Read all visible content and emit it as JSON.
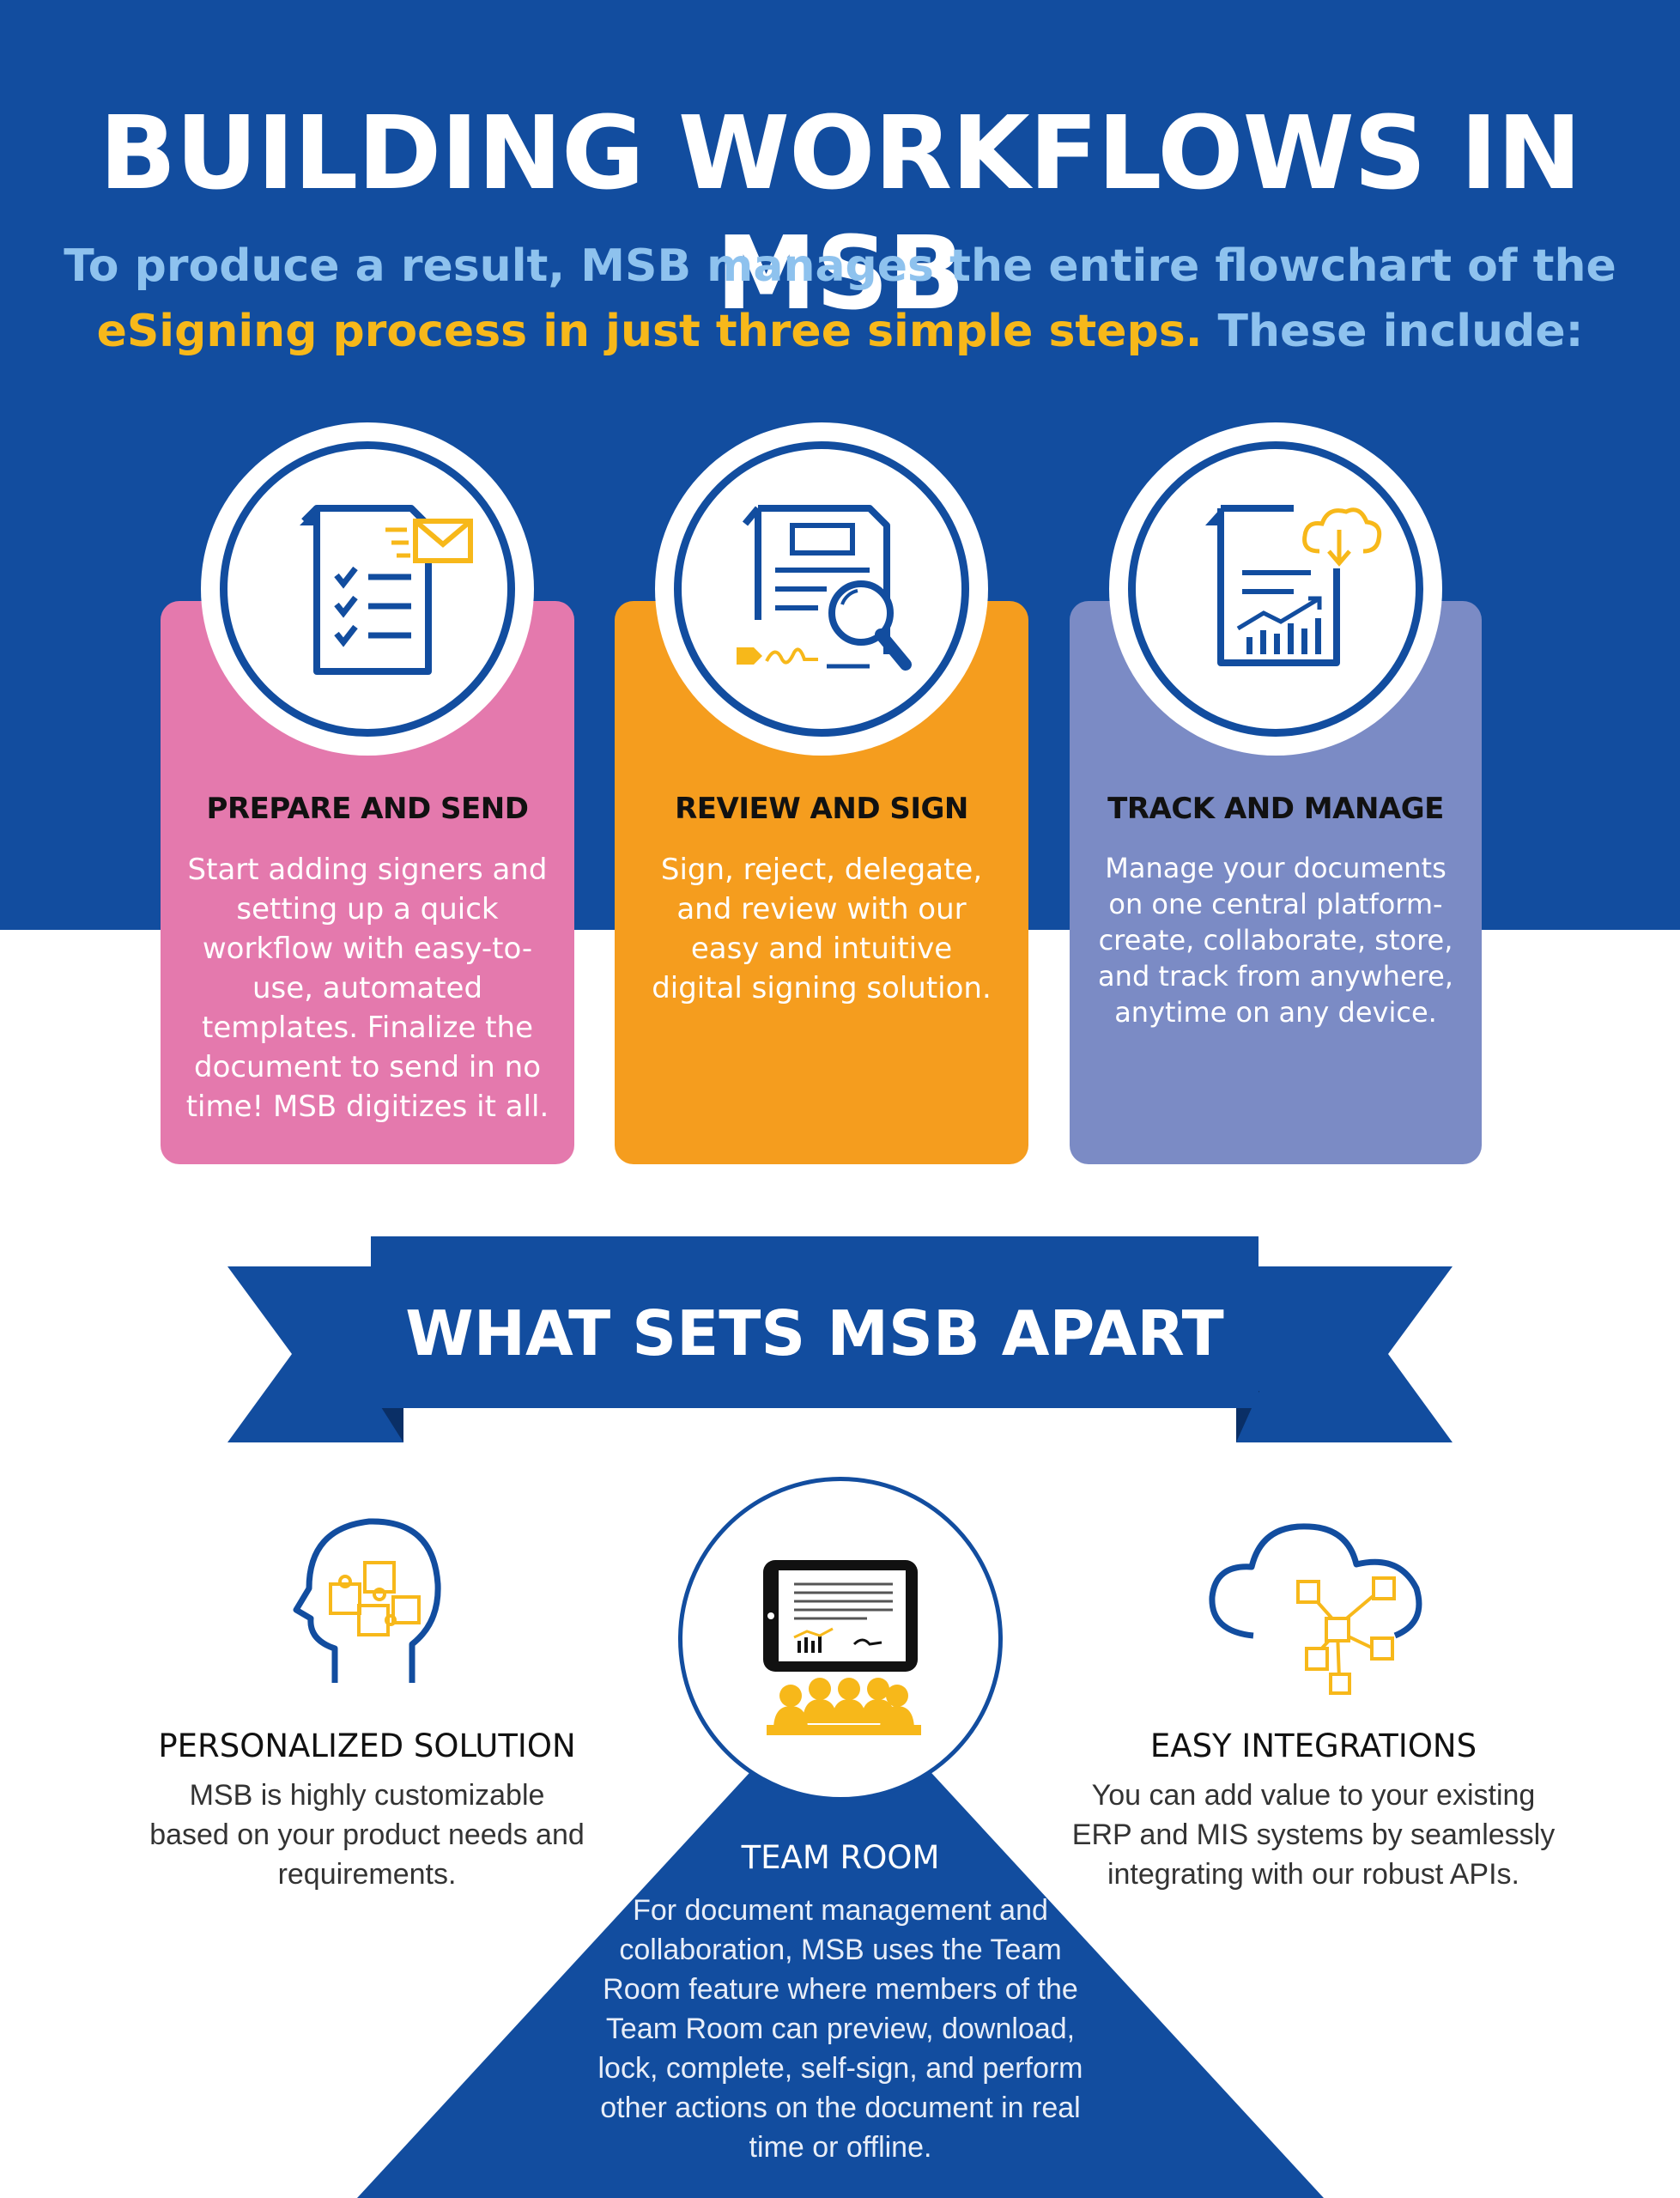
{
  "header": {
    "title": "BUILDING WORKFLOWS IN MSB",
    "subtitle_part1": "To produce a result, MSB manages the entire flowchart of the ",
    "subtitle_highlight": "eSigning process in just three simple steps.",
    "subtitle_part2": " These include:"
  },
  "steps": [
    {
      "title": "PREPARE AND SEND",
      "text": "Start adding signers and setting up a quick workflow with easy-to-use, automated templates. Finalize the document to send in no time! MSB digitizes it all.",
      "icon": "document-checklist-envelope-icon"
    },
    {
      "title": "REVIEW AND SIGN",
      "text": "Sign, reject, delegate, and review with our easy and intuitive digital signing solution.",
      "icon": "document-magnifier-icon"
    },
    {
      "title": "TRACK AND MANAGE",
      "text": "Manage your documents on one central platform- create, collaborate, store, and track from anywhere, anytime on any device.",
      "icon": "document-cloud-chart-icon"
    }
  ],
  "banner": {
    "title": "WHAT SETS MSB APART"
  },
  "features": [
    {
      "title": "PERSONALIZED SOLUTION",
      "text": "MSB is highly customizable based on your product needs and requirements.",
      "icon": "head-puzzle-icon"
    },
    {
      "title": "TEAM ROOM",
      "text": "For document management and collaboration, MSB uses the Team Room feature where members of the Team Room can preview, download, lock, complete, self-sign, and perform other actions on the document in real time or offline.",
      "icon": "tablet-team-icon"
    },
    {
      "title": "EASY INTEGRATIONS",
      "text": "You can add value to your  existing ERP and MIS systems by seamlessly integrating with our robust APIs.",
      "icon": "cloud-network-icon"
    }
  ],
  "colors": {
    "navy": "#124d9f",
    "yellow": "#f7b81a",
    "pink": "#e479ad",
    "orange": "#f59d1e",
    "lavender": "#7b8bc5",
    "lightblue": "#8ec2ee"
  }
}
